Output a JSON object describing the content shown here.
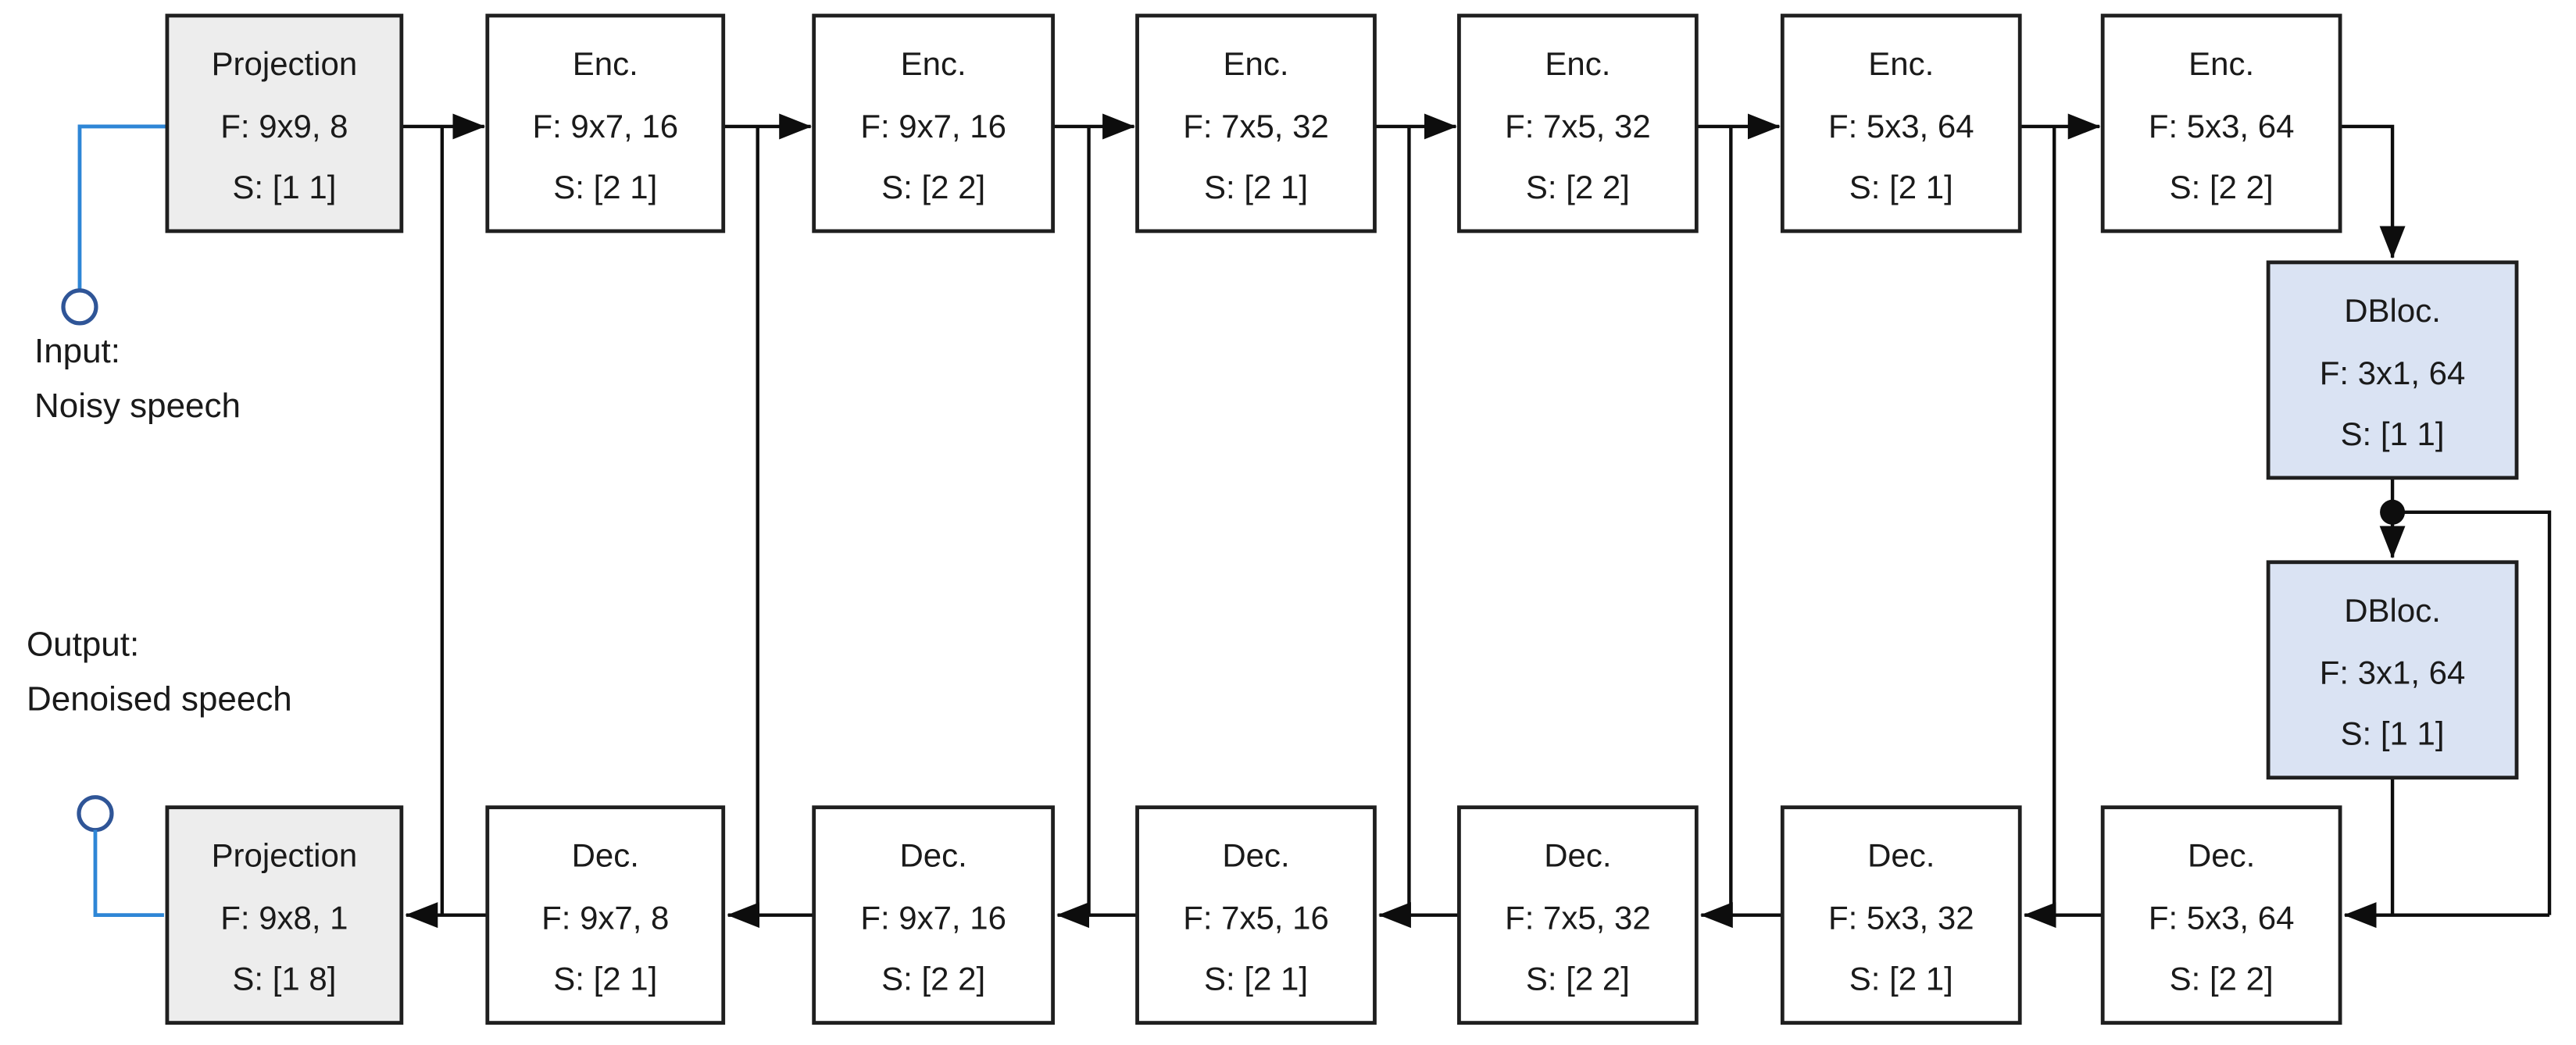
{
  "labels": {
    "input_line1": "Input:",
    "input_line2": "Noisy speech",
    "output_line1": "Output:",
    "output_line2": "Denoised speech"
  },
  "colors": {
    "projection_fill": "#ededed",
    "box_fill": "#ffffff",
    "dbloc_fill": "#dae3f3",
    "connector_blue": "#2e86d6",
    "terminal_blue": "#2f5597"
  },
  "encoders": [
    {
      "title": "Projection",
      "filter": "F: 9x9, 8",
      "stride": "S: [1 1]"
    },
    {
      "title": "Enc.",
      "filter": "F: 9x7, 16",
      "stride": "S: [2 1]"
    },
    {
      "title": "Enc.",
      "filter": "F: 9x7, 16",
      "stride": "S: [2 2]"
    },
    {
      "title": "Enc.",
      "filter": "F: 7x5, 32",
      "stride": "S: [2 1]"
    },
    {
      "title": "Enc.",
      "filter": "F: 7x5, 32",
      "stride": "S: [2 2]"
    },
    {
      "title": "Enc.",
      "filter": "F: 5x3, 64",
      "stride": "S: [2 1]"
    },
    {
      "title": "Enc.",
      "filter": "F: 5x3, 64",
      "stride": "S: [2 2]"
    }
  ],
  "bottleneck": [
    {
      "title": "DBloc.",
      "filter": "F: 3x1, 64",
      "stride": "S: [1 1]"
    },
    {
      "title": "DBloc.",
      "filter": "F: 3x1, 64",
      "stride": "S: [1 1]"
    }
  ],
  "decoders": [
    {
      "title": "Projection",
      "filter": "F: 9x8, 1",
      "stride": "S: [1 8]"
    },
    {
      "title": "Dec.",
      "filter": "F: 9x7, 8",
      "stride": "S: [2 1]"
    },
    {
      "title": "Dec.",
      "filter": "F: 9x7, 16",
      "stride": "S: [2 2]"
    },
    {
      "title": "Dec.",
      "filter": "F: 7x5, 16",
      "stride": "S: [2 1]"
    },
    {
      "title": "Dec.",
      "filter": "F: 7x5, 32",
      "stride": "S: [2 2]"
    },
    {
      "title": "Dec.",
      "filter": "F: 5x3, 32",
      "stride": "S: [2 1]"
    },
    {
      "title": "Dec.",
      "filter": "F: 5x3, 64",
      "stride": "S: [2 2]"
    }
  ]
}
